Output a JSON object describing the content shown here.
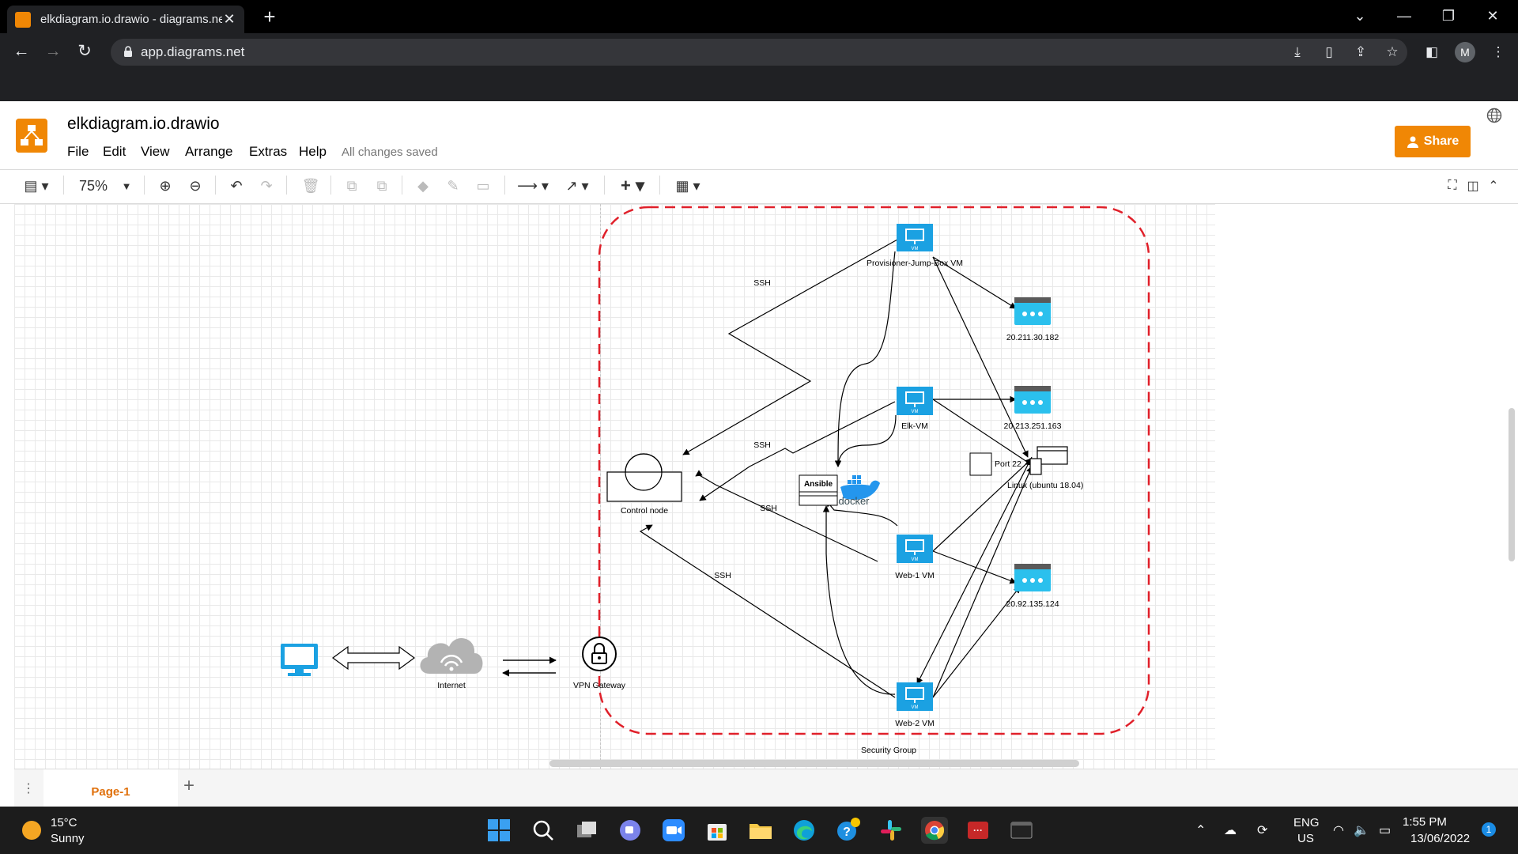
{
  "browser": {
    "tab_title": "elkdiagram.io.drawio - diagrams.net",
    "url": "app.diagrams.net",
    "avatar_initial": "M"
  },
  "app": {
    "document_name": "elkdiagram.io.drawio",
    "menus": [
      "File",
      "Edit",
      "View",
      "Arrange",
      "Extras",
      "Help"
    ],
    "save_status": "All changes saved",
    "share_label": "Share",
    "zoom": "75%",
    "page_tab": "Page-1"
  },
  "diagram": {
    "vms": {
      "jump": "Provisioner-Jump-Box VM",
      "elk": "Elk-VM",
      "web1": "Web-1 VM",
      "web2": "Web-2 VM"
    },
    "vm_badge": "VM",
    "ips": {
      "ip1": "20.211.30.182",
      "ip2": "20.213.251.163",
      "ip3": "20.92.135.124"
    },
    "labels": {
      "control_node": "Control node",
      "internet": "Internet",
      "vpn": "VPN Gateway",
      "security_group": "Security Group",
      "port": "Port 22",
      "linux": "Linux (ubuntu 18.04)",
      "ansible": "Ansible",
      "docker": "docker",
      "ssh": "SSH"
    }
  },
  "taskbar": {
    "temperature": "15°C",
    "weather": "Sunny",
    "lang_1": "ENG",
    "lang_2": "US",
    "time": "1:55 PM",
    "date": "13/06/2022",
    "notifications": "1"
  },
  "colors": {
    "accent": "#f08705",
    "vm_blue": "#1ba1e2",
    "server_blue": "#2bc0ed",
    "security_red": "#e0202a"
  }
}
